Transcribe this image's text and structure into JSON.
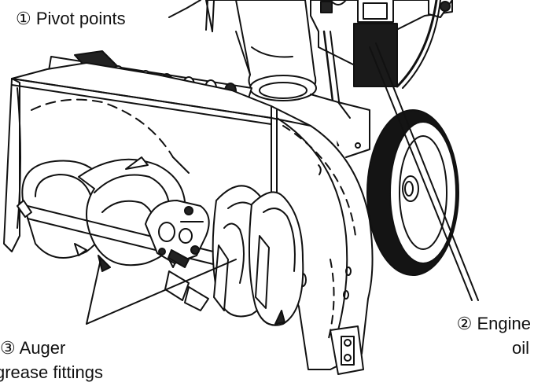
{
  "callouts": {
    "pivot": {
      "number": "①",
      "text": "Pivot points"
    },
    "engine": {
      "number": "②",
      "line1": "Engine",
      "line2": "oil"
    },
    "auger": {
      "number": "③",
      "line1": "Auger",
      "line2": "grease fittings"
    }
  },
  "colors": {
    "ink": "#111111",
    "background": "#ffffff",
    "tire": "#141414"
  }
}
